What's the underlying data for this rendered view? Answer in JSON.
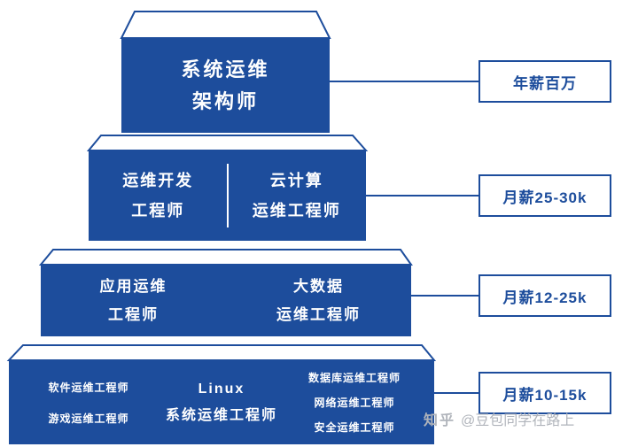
{
  "colors": {
    "pyramid_blue": "#1d4d9c",
    "top_face_fill": "#ffffff",
    "text_white": "#ffffff",
    "badge_border": "#1d4d9c",
    "watermark_gray": "#b0b4bb"
  },
  "pyramid": {
    "tier1": {
      "role_line1": "系统运维",
      "role_line2": "架构师"
    },
    "tier2": {
      "left_line1": "运维开发",
      "left_line2": "工程师",
      "right_line1": "云计算",
      "right_line2": "运维工程师"
    },
    "tier3": {
      "left_line1": "应用运维",
      "left_line2": "工程师",
      "right_line1": "大数据",
      "right_line2": "运维工程师"
    },
    "tier4": {
      "left_items": [
        "软件运维工程师",
        "游戏运维工程师"
      ],
      "center_line1": "Linux",
      "center_line2": "系统运维工程师",
      "right_items": [
        "数据库运维工程师",
        "网络运维工程师",
        "安全运维工程师"
      ]
    }
  },
  "salary_labels": [
    "年薪百万",
    "月薪25-30k",
    "月薪12-25k",
    "月薪10-15k"
  ],
  "watermark": {
    "brand": "知乎",
    "handle": "@豆包同学在路上"
  }
}
